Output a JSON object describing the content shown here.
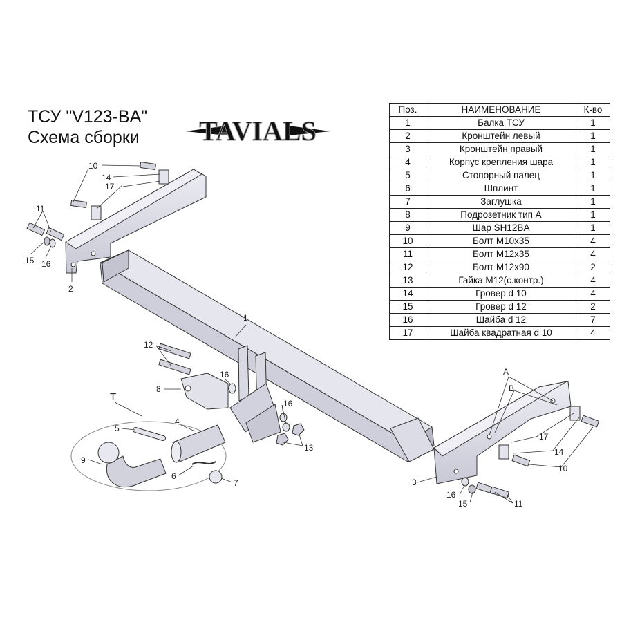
{
  "title": {
    "line1": "ТСУ  \"V123-BA\"",
    "line2": "Схема сборки"
  },
  "logo": {
    "text": "TAVIALS"
  },
  "table": {
    "headers": [
      "Поз.",
      "НАИМЕНОВАНИЕ",
      "К-во"
    ],
    "rows": [
      [
        "1",
        "Балка ТСУ",
        "1"
      ],
      [
        "2",
        "Кронштейн левый",
        "1"
      ],
      [
        "3",
        "Кронштейн правый",
        "1"
      ],
      [
        "4",
        "Корпус крепления шара",
        "1"
      ],
      [
        "5",
        "Стопорный палец",
        "1"
      ],
      [
        "6",
        "Шплинт",
        "1"
      ],
      [
        "7",
        "Заглушка",
        "1"
      ],
      [
        "8",
        "Подрозетник тип А",
        "1"
      ],
      [
        "9",
        "Шар SH12BA",
        "1"
      ],
      [
        "10",
        "Болт М10х35",
        "4"
      ],
      [
        "11",
        "Болт М12х35",
        "4"
      ],
      [
        "12",
        "Болт М12х90",
        "2"
      ],
      [
        "13",
        "Гайка М12(с.контр.)",
        "4"
      ],
      [
        "14",
        "Гровер d 10",
        "4"
      ],
      [
        "15",
        "Гровер d 12",
        "2"
      ],
      [
        "16",
        "Шайба d 12",
        "7"
      ],
      [
        "17",
        "Шайба квадратная d 10",
        "4"
      ]
    ]
  },
  "callouts": {
    "n1": "1",
    "n2": "2",
    "n3": "3",
    "n4": "4",
    "n5": "5",
    "n6": "6",
    "n7": "7",
    "n8": "8",
    "n9": "9",
    "n10a": "10",
    "n10b": "10",
    "n11a": "11",
    "n11b": "11",
    "n12": "12",
    "n13": "13",
    "n14a": "14",
    "n14b": "14",
    "n15a": "15",
    "n15b": "15",
    "n16a": "16",
    "n16b": "16",
    "n16c": "16",
    "n16d": "16",
    "n17a": "17",
    "n17b": "17",
    "nT": "T",
    "nA": "A",
    "nB": "B"
  },
  "colors": {
    "part_fill": "#d8d8e3",
    "part_dark": "#a9a9b8",
    "outline": "#333333",
    "logo_accent": "#9a9a9a"
  }
}
